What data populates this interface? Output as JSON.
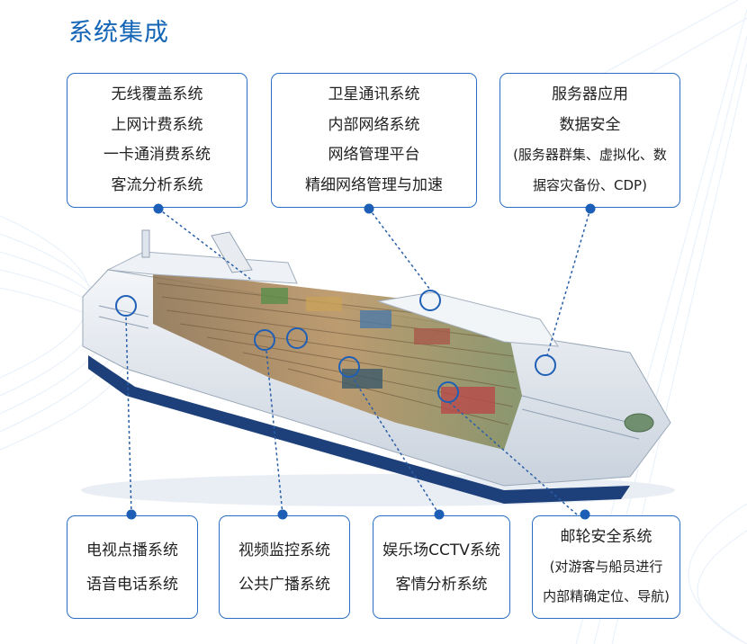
{
  "title": "系统集成",
  "boxes_top": [
    {
      "lines": [
        "无线覆盖系统",
        "上网计费系统",
        "一卡通消费系统",
        "客流分析系统"
      ]
    },
    {
      "lines": [
        "卫星通讯系统",
        "内部网络系统",
        "网络管理平台",
        "精细网络管理与加速"
      ]
    },
    {
      "lines": [
        "服务器应用",
        "数据安全",
        "(服务器群集、虚拟化、数",
        "据容灾备份、CDP)"
      ]
    }
  ],
  "boxes_bottom": [
    {
      "lines": [
        "电视点播系统",
        "语音电话系统"
      ]
    },
    {
      "lines": [
        "视频监控系统",
        "公共广播系统"
      ]
    },
    {
      "lines": [
        "娱乐场CCTV系统",
        "客情分析系统"
      ]
    },
    {
      "lines": [
        "邮轮安全系统",
        "(对游客与船员进行",
        "内部精确定位、导航)"
      ]
    }
  ],
  "ship_image": {
    "subject": "cruise-ship-cutaway",
    "ship_name_on_hull": ""
  },
  "colors": {
    "title": "#1565b6",
    "box_border": "#2a6fc4",
    "leader": "#2a5fa8",
    "dot": "#1d5fb6",
    "hull": "#1d3f7a",
    "background_lines": "#e3eef8"
  }
}
